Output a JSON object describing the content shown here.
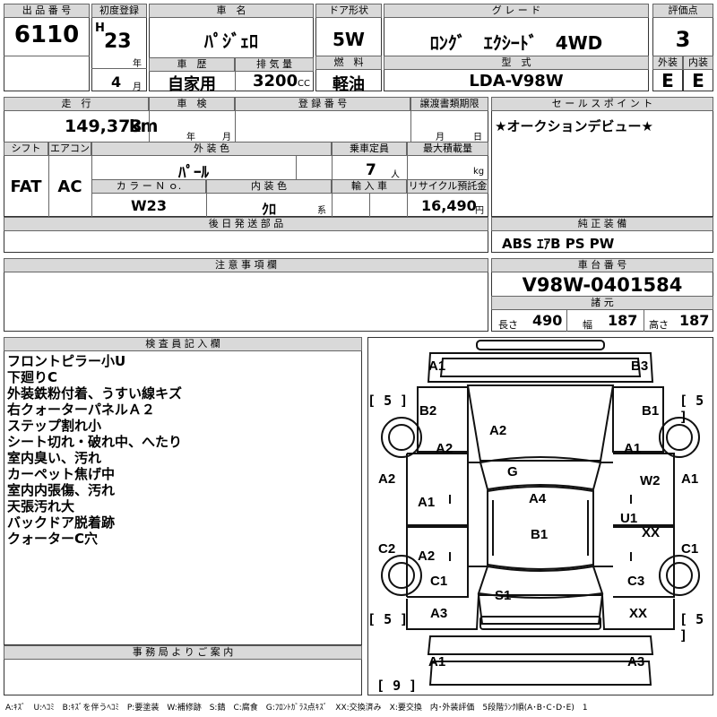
{
  "header": {
    "lot_label": "出 品 番 号",
    "lot_value": "6110",
    "first_reg_label": "初度登録",
    "era": "H",
    "year": "23",
    "year_unit": "年",
    "month": "4",
    "month_unit": "月",
    "name_label": "車　名",
    "name_value": "ﾊﾟｼﾞｪﾛ",
    "door_label": "ドア形状",
    "door_value": "5W",
    "grade_label": "グ レ ー ド",
    "grade_value": "ﾛﾝｸﾞ　ｴｸｼｰﾄﾞ　4WD",
    "score_label": "評価点",
    "score_value": "3",
    "history_label": "車　歴",
    "history_value": "自家用",
    "displacement_label": "排 気 量",
    "displacement_value": "3200",
    "displacement_unit": "CC",
    "fuel_label": "燃　料",
    "fuel_value": "軽油",
    "model_label": "型　式",
    "model_value": "LDA-V98W",
    "exterior_label": "外装",
    "exterior_value": "E",
    "interior_label": "内装",
    "interior_value": "E"
  },
  "row2": {
    "mileage_label": "走　行",
    "mileage_value": "149,373",
    "mileage_unit": "km",
    "inspection_label": "車　検",
    "inspection_year_unit": "年",
    "inspection_month_unit": "月",
    "plate_label": "登 録 番 号",
    "transfer_label": "譲渡書類期限",
    "transfer_month_unit": "月",
    "transfer_day_unit": "日",
    "sales_label": "セ ー ル ス ポ イ ン ト",
    "sales_value": "★オークションデビュー★",
    "shift_label": "シフト",
    "shift_value": "FAT",
    "ac_label": "エアコン",
    "ac_value": "AC",
    "color_label": "外 装 色",
    "color_value": "ﾊﾟｰﾙ",
    "capacity_label": "乗車定員",
    "capacity_value": "7",
    "capacity_unit": "人",
    "load_label": "最大積載量",
    "load_unit": "kg",
    "color_no_label": "カ ラ ー Ｎ ｏ.",
    "color_no_value": "W23",
    "int_color_label": "内 装 色",
    "int_color_value": "ｸﾛ",
    "int_color_unit": "系",
    "import_label": "輸 入 車",
    "recycle_label": "リサイクル預託金",
    "recycle_value": "16,490",
    "recycle_unit": "円",
    "later_parts_label": "後 日 発 送 部 品",
    "equipment_label": "純 正 装 備",
    "equipment_value": "ABS ｴｱB PS PW"
  },
  "notice": {
    "caution_label": "注 意 事 項 欄",
    "chassis_label": "車 台 番 号",
    "chassis_value": "V98W-0401584",
    "specs_label": "諸 元",
    "length_label": "長さ",
    "length_value": "490",
    "width_label": "幅",
    "width_value": "187",
    "height_label": "高さ",
    "height_value": "187"
  },
  "inspector": {
    "label": "検 査 員 記 入 欄",
    "notes": [
      "フロントピラー小U",
      "下廻りC",
      "外装鉄粉付着、うすい線キズ",
      "右クォーターパネルＡ２",
      "ステップ割れ小",
      "シート切れ・破れ中、へたり",
      "室内臭い、汚れ",
      "カーペット焦げ中",
      "室内内張傷、汚れ",
      "天張汚れ大",
      "バックドア脱着跡",
      "クォーターC穴"
    ]
  },
  "office_label": "事 務 局 よ り ご 案 内",
  "diagram": {
    "tire_fl": "5",
    "tire_fr": "5",
    "tire_rl": "5",
    "tire_rr": "5",
    "spare": "9",
    "marks": {
      "front_bumper_left": "A1",
      "front_bumper_right": "B3",
      "fender_fl": "B2",
      "fender_fr": "B1",
      "hood": "A2",
      "pillar_fl": "A2",
      "pillar_fr": "A1",
      "roof_front": "G",
      "roof": "A4",
      "roof_rear": "B1",
      "side_l": "A2",
      "side_r": "A1",
      "door_fl": "A1",
      "door_fr": "W2",
      "step_r": "U1",
      "door_rr": "XX",
      "rocker_l": "C2",
      "rocker_r": "C1",
      "door_rl": "A2",
      "qtr_l": "C1",
      "qtr_r": "C3",
      "back": "S1",
      "rear_l": "A3",
      "rear_r": "XX",
      "rear_bumper_left": "A1",
      "rear_bumper_right": "A3"
    }
  },
  "legend": "A:ｷｽﾞ　U:ﾍｺﾐ　B:ｷｽﾞを伴うﾍｺﾐ　P:要塗装　W:補修跡　S:錆　C:腐食　G:ﾌﾛﾝﾄｶﾞﾗｽ点ｷｽﾞ　XX:交換済み　X:要交換　内･外装評価　5段階ﾗﾝｸ順(A･B･C･D･E)　1"
}
